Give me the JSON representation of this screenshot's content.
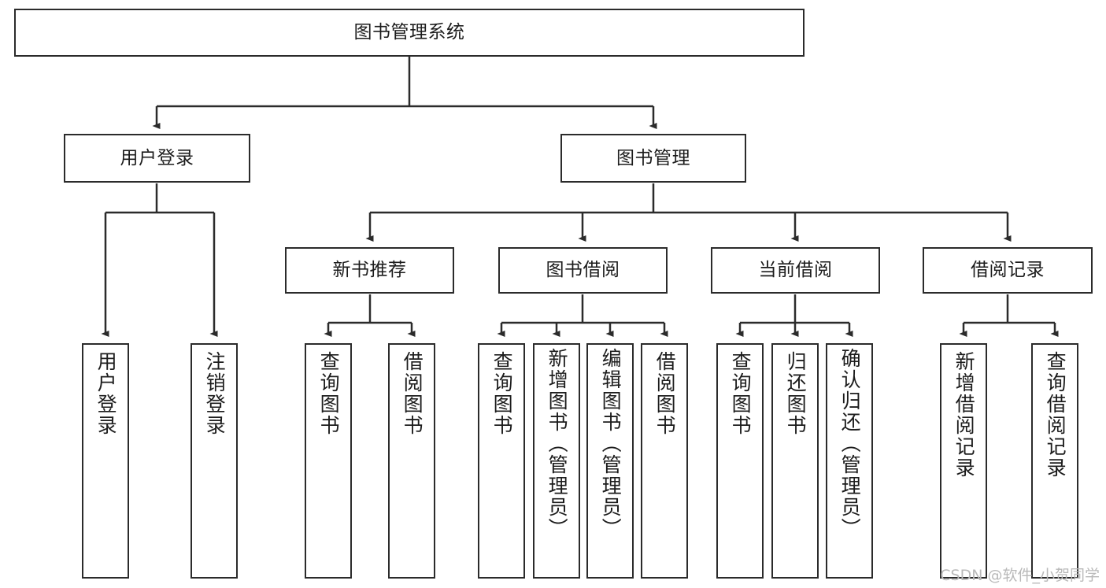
{
  "diagram": {
    "type": "tree-hierarchy-chart",
    "title": "图书管理系统",
    "root": {
      "id": "root",
      "label": "图书管理系统"
    },
    "level2": [
      {
        "id": "user-login",
        "label": "用户登录"
      },
      {
        "id": "book-manage",
        "label": "图书管理"
      }
    ],
    "level3": [
      {
        "id": "new-book-recommend",
        "label": "新书推荐",
        "parent": "book-manage"
      },
      {
        "id": "book-borrow",
        "label": "图书借阅",
        "parent": "book-manage"
      },
      {
        "id": "current-borrow",
        "label": "当前借阅",
        "parent": "book-manage"
      },
      {
        "id": "borrow-record",
        "label": "借阅记录",
        "parent": "book-manage"
      }
    ],
    "leaves": {
      "user-login": [
        {
          "id": "leaf-user-login",
          "label": "用户登录"
        },
        {
          "id": "leaf-user-logout",
          "label": "注销登录"
        }
      ],
      "new-book-recommend": [
        {
          "id": "leaf-query-book-1",
          "label": "查询图书"
        },
        {
          "id": "leaf-borrow-book-1",
          "label": "借阅图书"
        }
      ],
      "book-borrow": [
        {
          "id": "leaf-query-book-2",
          "label": "查询图书"
        },
        {
          "id": "leaf-add-book",
          "label": "新增图书（管理员）"
        },
        {
          "id": "leaf-edit-book",
          "label": "编辑图书（管理员）"
        },
        {
          "id": "leaf-borrow-book-2",
          "label": "借阅图书"
        }
      ],
      "current-borrow": [
        {
          "id": "leaf-query-book-3",
          "label": "查询图书"
        },
        {
          "id": "leaf-return-book",
          "label": "归还图书"
        },
        {
          "id": "leaf-confirm-return",
          "label": "确认归还（管理员）"
        }
      ],
      "borrow-record": [
        {
          "id": "leaf-add-record",
          "label": "新增借阅记录"
        },
        {
          "id": "leaf-query-record",
          "label": "查询借阅记录"
        }
      ]
    },
    "colors": {
      "stroke": "#2b2b2b",
      "fill": "#ffffff",
      "text": "#1c1c1c",
      "watermark": "#b9b9b9"
    }
  },
  "watermark": {
    "text": "CSDN @软件_小贺同学"
  }
}
